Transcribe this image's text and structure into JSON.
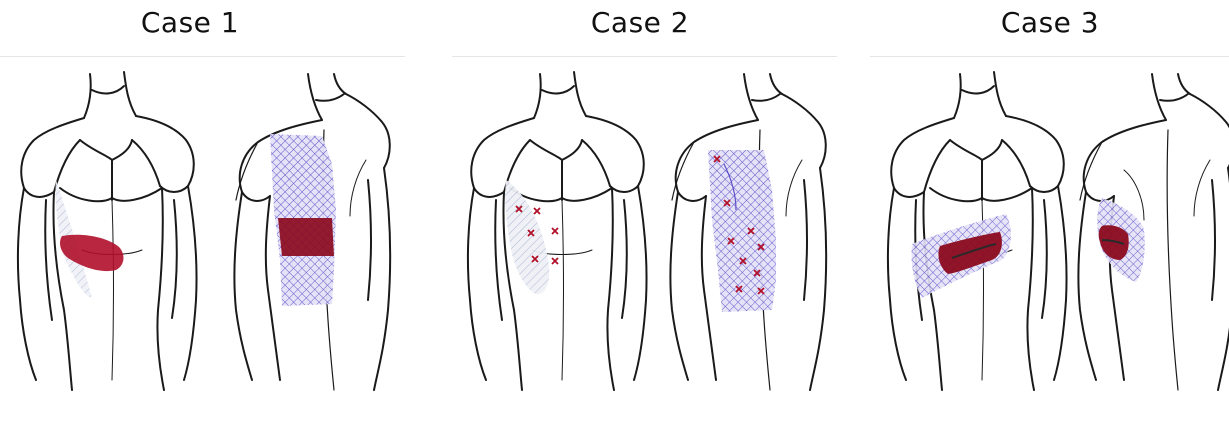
{
  "cases": [
    {
      "title": "Case 1"
    },
    {
      "title": "Case 2"
    },
    {
      "title": "Case 3"
    }
  ],
  "colors": {
    "pain_dark": "#8b0a1e",
    "pain_bright": "#b0102a",
    "hatch": "#5b4fc8",
    "hatch_fill": "#d9d6f3",
    "outline": "#1a1a1a",
    "cross": "#b0102a"
  }
}
